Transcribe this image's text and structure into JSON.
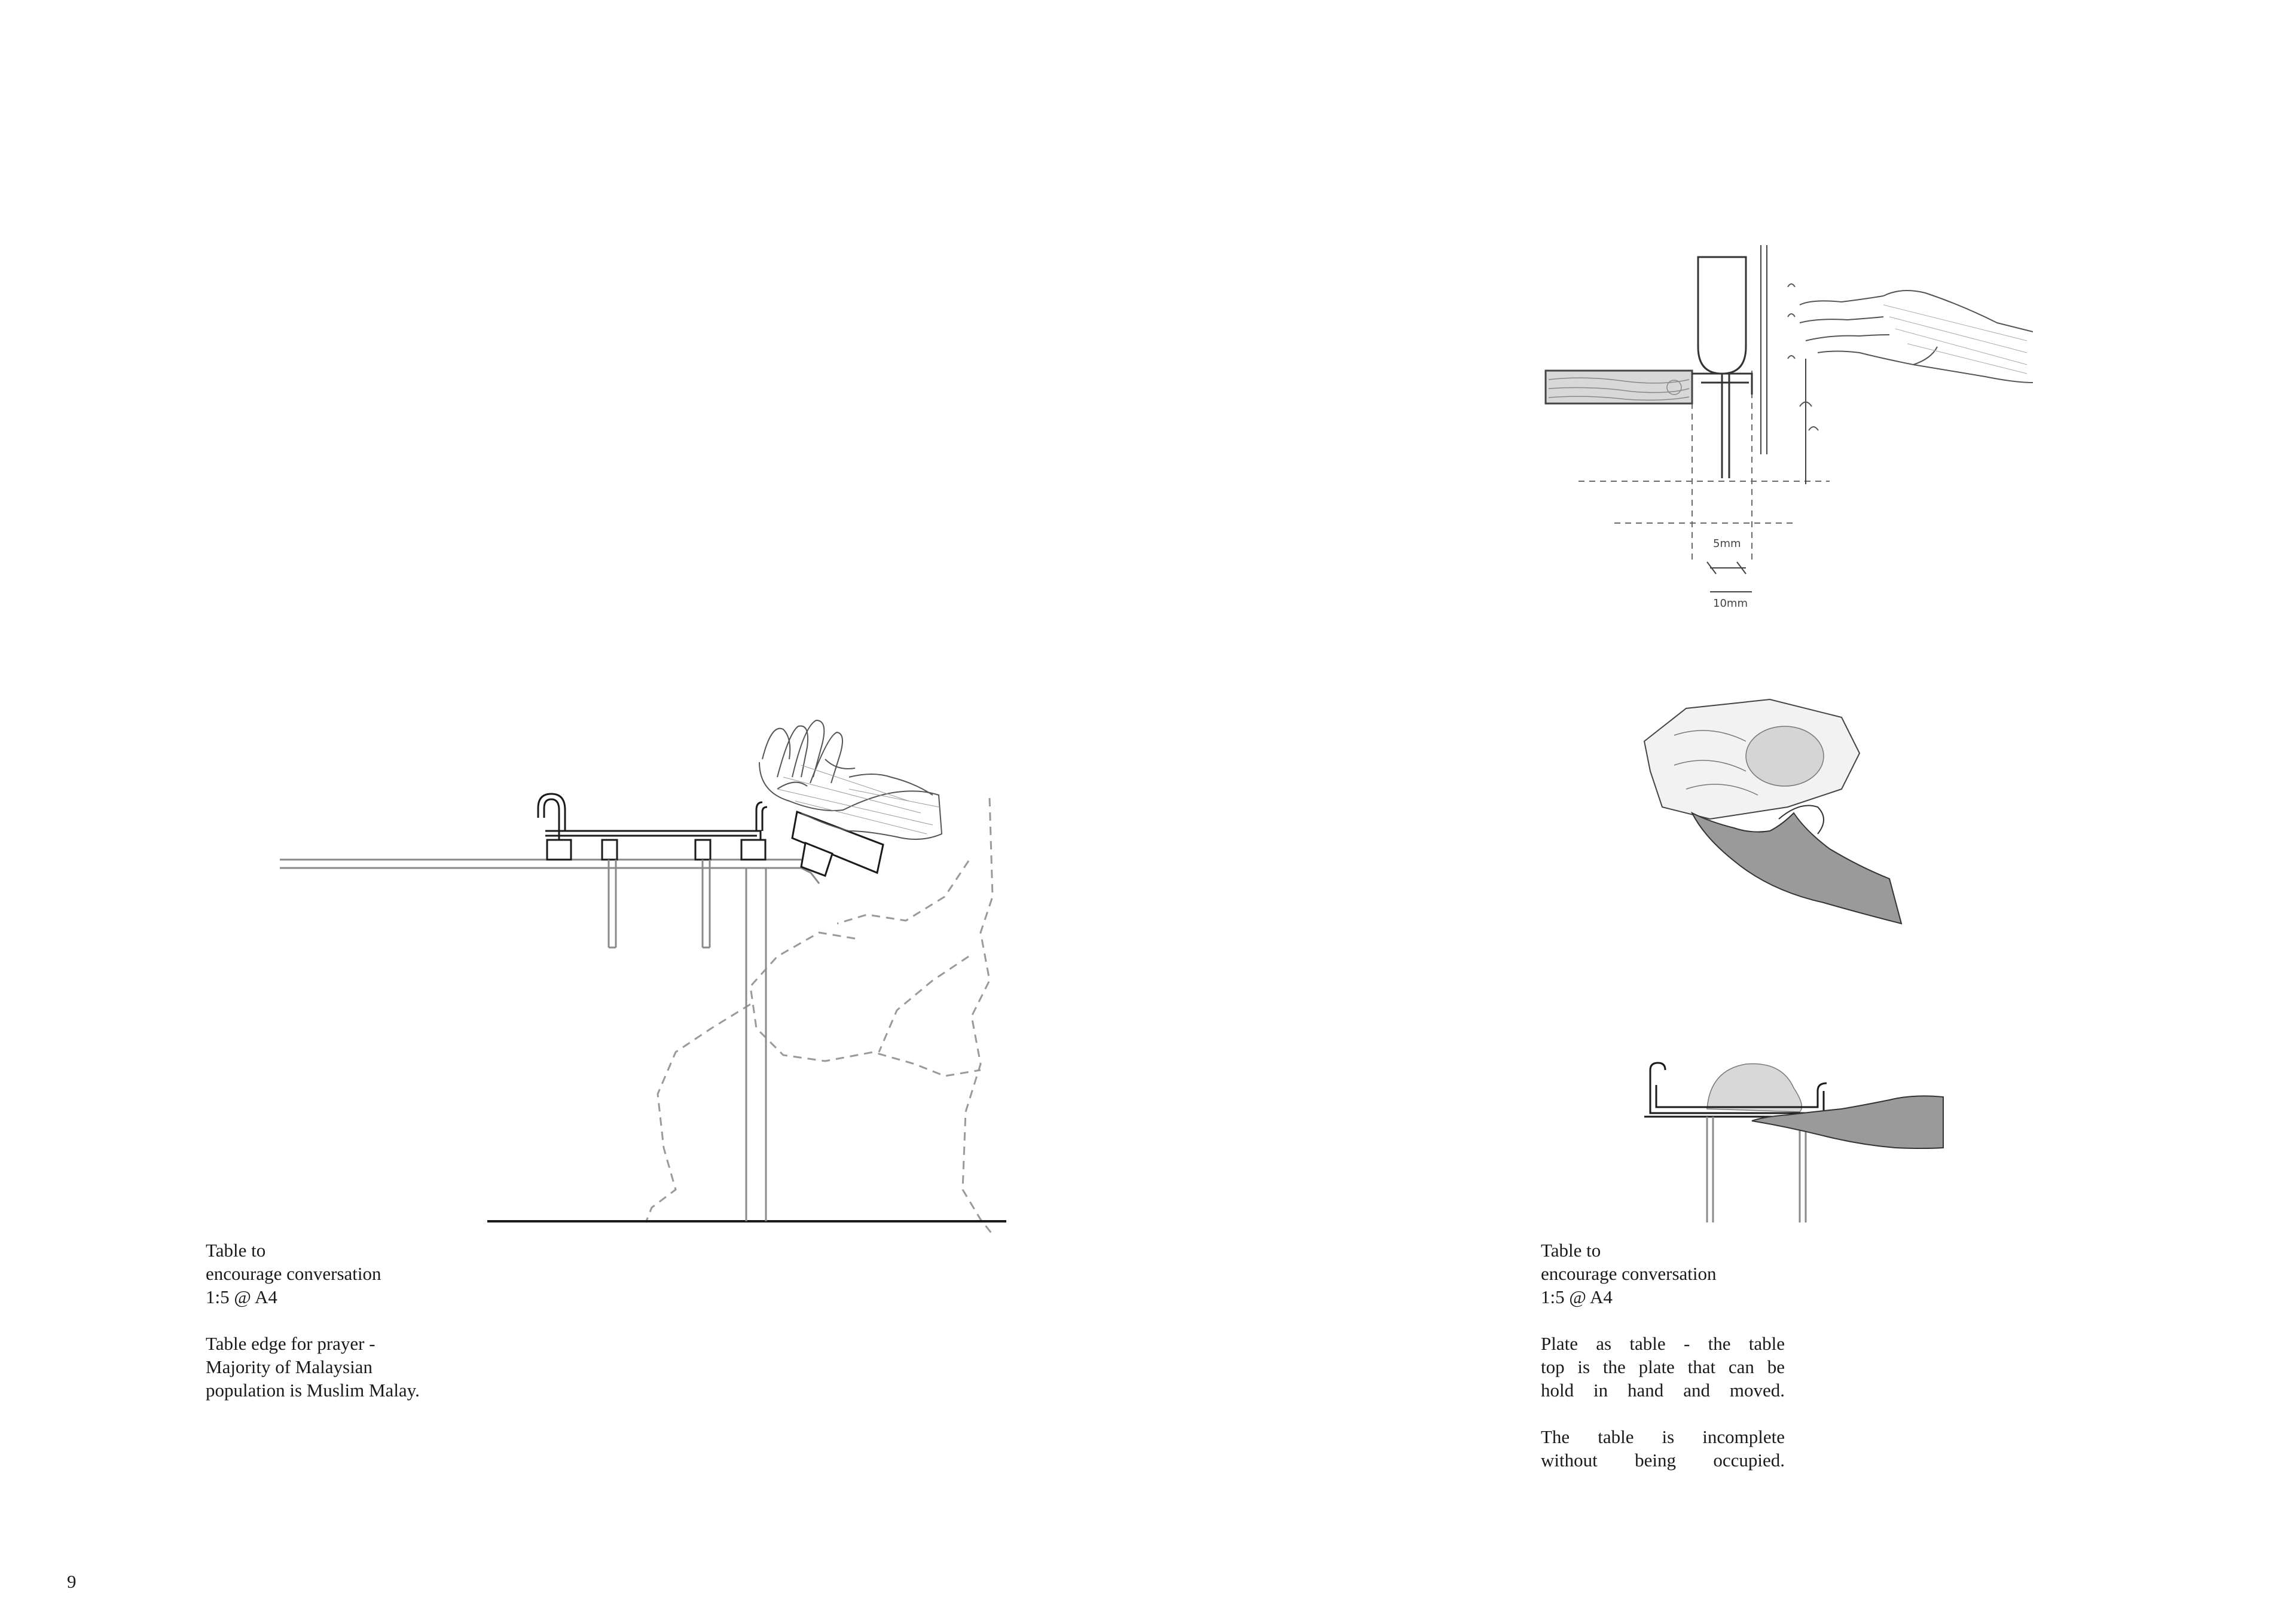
{
  "page_number": "9",
  "left_caption": {
    "title_line1": "Table to",
    "title_line2": "encourage conversation",
    "scale": "1:5 @ A4",
    "note_lines": [
      "Table edge for prayer -",
      "Majority of Malaysian",
      "population is Muslim Malay."
    ]
  },
  "right_caption": {
    "title_line1": "Table to",
    "title_line2": "encourage conversation",
    "scale": "1:5 @ A4",
    "paragraph1_lines": [
      "Plate as table - the table",
      "top is the plate that can be",
      "hold in hand and moved."
    ],
    "paragraph2_lines": [
      "The table is incomplete",
      "without being occupied."
    ]
  },
  "sketch_annotations": {
    "label_a": "5mm",
    "label_b": "10mm"
  },
  "colors": {
    "ink": "#1a1a1a",
    "line_grey": "#8a8a8a",
    "dash_grey": "#9a9a9a"
  }
}
